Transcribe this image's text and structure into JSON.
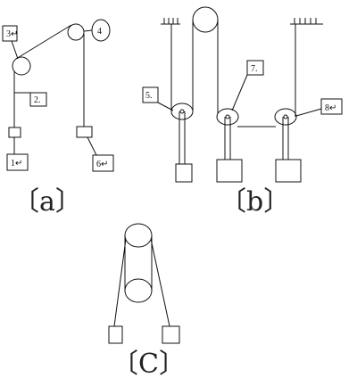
{
  "diagram": {
    "panels": [
      {
        "id": "a",
        "caption": "〔a〕"
      },
      {
        "id": "b",
        "caption": "〔b〕"
      },
      {
        "id": "c",
        "caption": "〔C〕"
      }
    ],
    "labels": {
      "l1": "1↵",
      "l2": "2.",
      "l3": "3↵",
      "l4": "4",
      "l5": "5.",
      "l6": "6↵",
      "l7": "7.",
      "l8": "8↵"
    }
  }
}
